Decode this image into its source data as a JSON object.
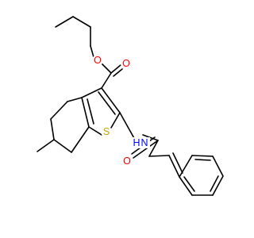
{
  "molecule": {
    "colors": {
      "bond": "#000000",
      "oxygen": "#ff0000",
      "nitrogen": "#0000ff",
      "sulfur": "#c8a400",
      "background": "#ffffff"
    },
    "atom_labels": {
      "ester_oxygen": "O",
      "carbonyl_oxygen_ester": "O",
      "amide_nitrogen": "N",
      "amide_hydrogen": "H",
      "amide_carbonyl_oxygen": "O",
      "thiophene_sulfur": "S"
    }
  }
}
